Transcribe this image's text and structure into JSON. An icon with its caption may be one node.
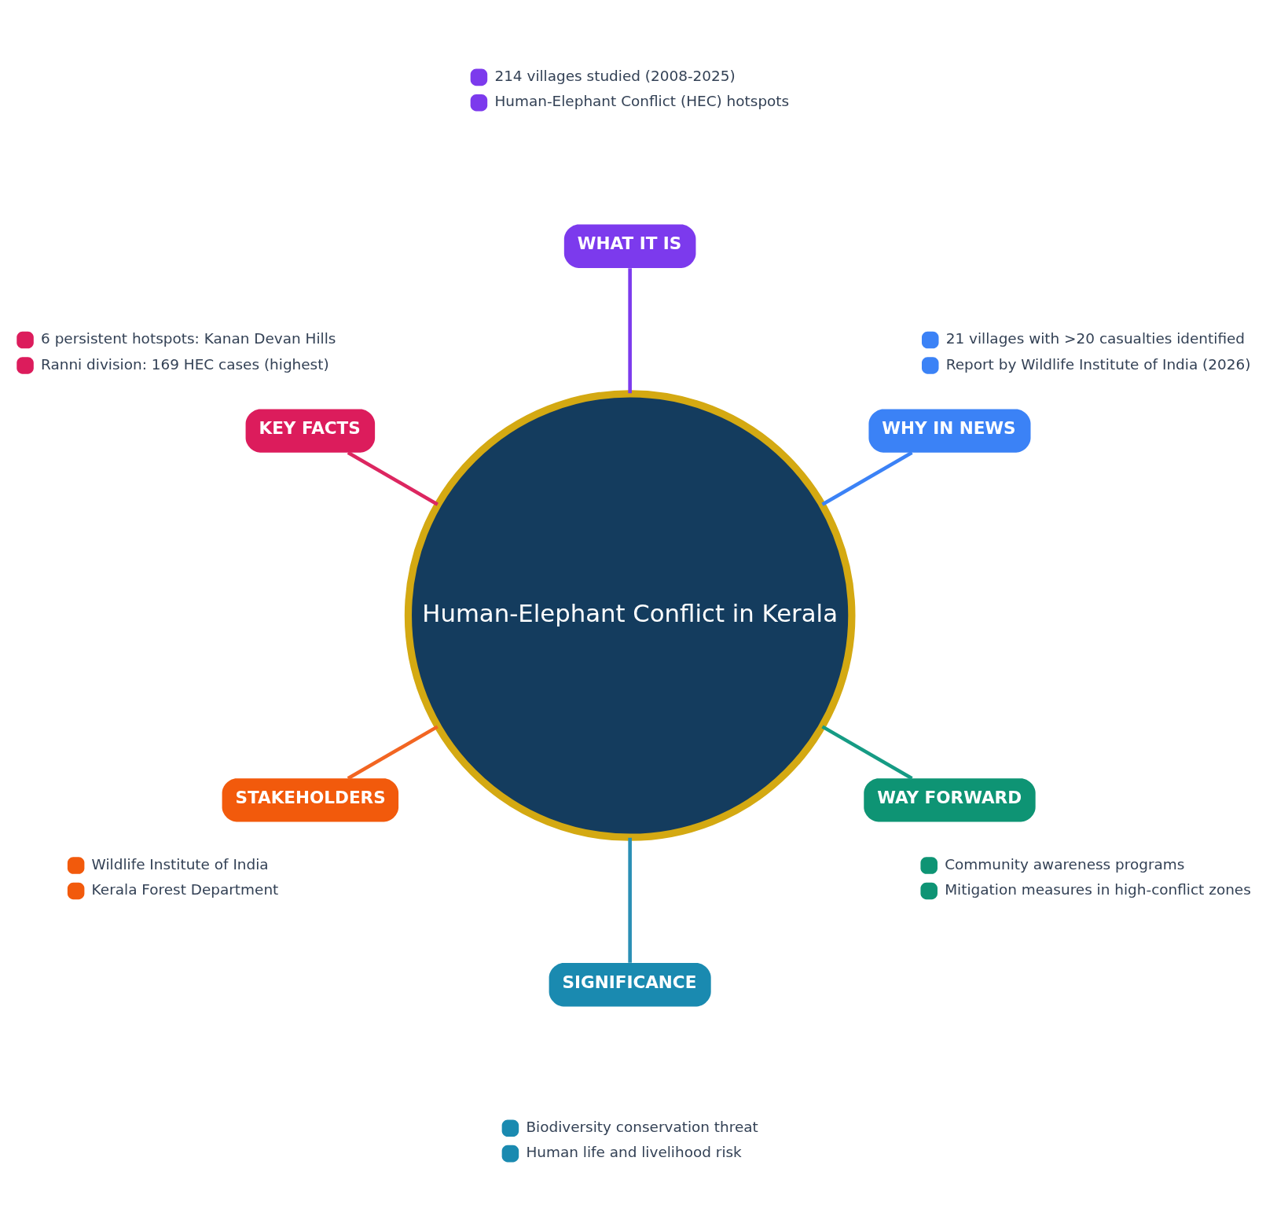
{
  "diagram": {
    "nodes": [
      {
        "text": [
          "Human-Elephant Conflict in Kerala"
        ]
      },
      {
        "text": [
          "WHY IN NEWS"
        ],
        "beside": [
          "21 villages with >20 casualties identified",
          "Report by Wildlife Institute of India (2026)"
        ]
      },
      {
        "text": [
          "WHAT IT IS"
        ],
        "beside": [
          "214 villages studied (2008-2025)",
          "Human-Elephant Conflict (HEC) hotspots"
        ]
      },
      {
        "text": [
          "KEY FACTS"
        ],
        "beside": [
          "6 persistent hotspots: Kanan Devan Hills",
          "Ranni division: 169 HEC cases (highest)"
        ]
      },
      {
        "text": [
          "STAKEHOLDERS"
        ],
        "beside": [
          "Wildlife Institute of India",
          "Kerala Forest Department"
        ]
      },
      {
        "text": [
          "SIGNIFICANCE"
        ],
        "beside": [
          "Biodiversity conservation threat",
          "Human life and livelihood risk"
        ]
      },
      {
        "text": [
          "WAY FORWARD"
        ],
        "beside": [
          "Community awareness programs",
          "Mitigation measures in high-conflict zones"
        ]
      }
    ],
    "edges": [
      {
        "from": 0,
        "to": 1,
        "arrow": "none",
        "color": "#3b82f6"
      },
      {
        "from": 0,
        "to": 2,
        "arrow": "none",
        "color": "#7c3aed"
      },
      {
        "from": 0,
        "to": 3,
        "arrow": "none",
        "color": "#dc2660"
      },
      {
        "from": 0,
        "to": 4,
        "arrow": "none",
        "color": "#f26522"
      },
      {
        "from": 0,
        "to": 5,
        "arrow": "none",
        "color": "#2a8fb5"
      },
      {
        "from": 0,
        "to": 6,
        "arrow": "none",
        "color": "#169b84"
      }
    ]
  }
}
